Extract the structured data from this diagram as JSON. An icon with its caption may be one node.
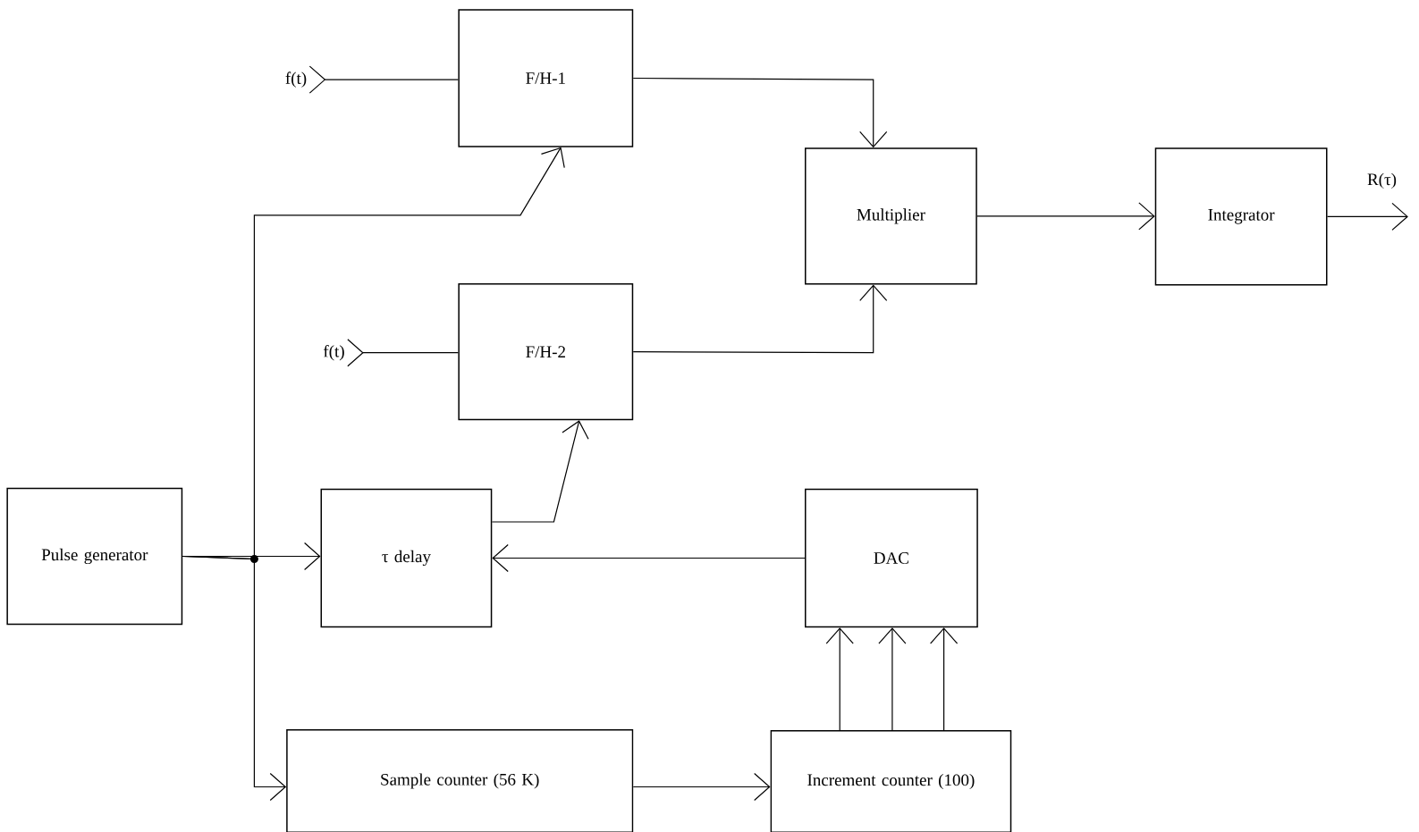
{
  "diagram": {
    "nodes": [
      {
        "text": [
          "f(t)"
        ]
      },
      {
        "text": [
          "F/H-1"
        ]
      },
      {
        "text": [
          "Multiplier"
        ]
      },
      {
        "text": [
          "Integrator"
        ]
      },
      {
        "text": [
          "f(t)"
        ]
      },
      {
        "text": [
          "F/H-2"
        ]
      },
      {
        "text": [
          "Pulse generator"
        ]
      },
      {
        "text": [
          "τ delay"
        ]
      },
      {
        "text": [
          "DAC"
        ]
      },
      {
        "text": [
          "Sample counter (56 K)"
        ]
      },
      {
        "text": [
          "Increment counter (100)"
        ]
      }
    ],
    "edges": [
      {
        "from": 0,
        "to": 1,
        "arrow": "other"
      },
      {
        "from": 4,
        "to": 5,
        "arrow": "other"
      },
      {
        "from": 1,
        "to": 2,
        "arrow": "to"
      },
      {
        "from": 5,
        "to": 2,
        "arrow": "to"
      },
      {
        "from": 2,
        "to": 3,
        "arrow": "to"
      },
      {
        "from": 3,
        "to": null,
        "arrow": "to",
        "label": "R(τ)"
      },
      {
        "from": 6,
        "to": 7,
        "arrow": "to"
      },
      {
        "from": 6,
        "to": 1,
        "arrow": "to"
      },
      {
        "from": 6,
        "to": 9,
        "arrow": "to"
      },
      {
        "from": 7,
        "to": 5,
        "arrow": "to"
      },
      {
        "from": 8,
        "to": 7,
        "arrow": "to"
      },
      {
        "from": 9,
        "to": 10,
        "arrow": "to"
      },
      {
        "from": 10,
        "to": 8,
        "arrow": "to"
      },
      {
        "from": 10,
        "to": 8,
        "arrow": "to"
      },
      {
        "from": 10,
        "to": 8,
        "arrow": "to"
      }
    ]
  }
}
